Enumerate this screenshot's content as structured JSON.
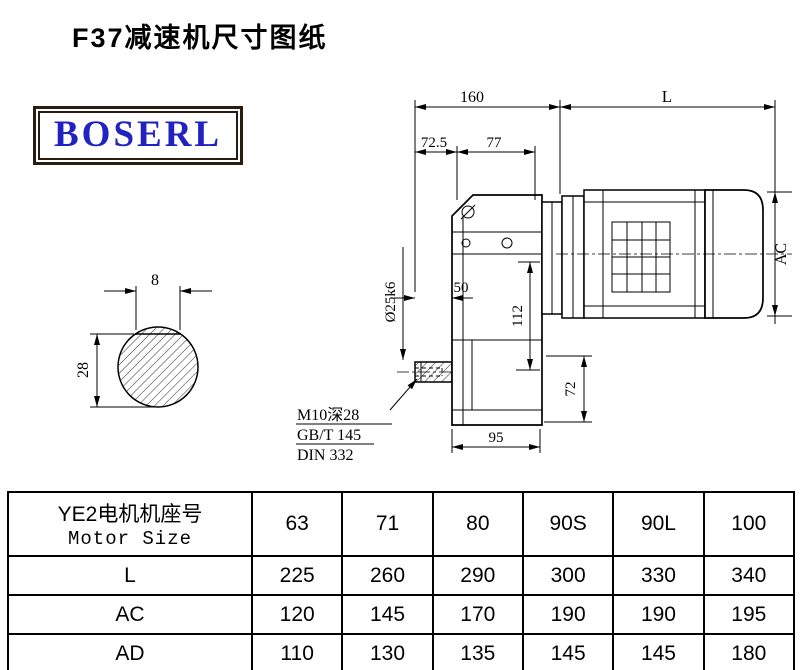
{
  "page": {
    "title": "F37减速机尺寸图纸"
  },
  "logo": {
    "text": "BOSERL",
    "color": "#2222c0"
  },
  "drawing": {
    "labels": {
      "d160": "160",
      "dL": "L",
      "d72_5": "72.5",
      "d77": "77",
      "dAC": "AC",
      "d8": "8",
      "d28": "28",
      "d25k6": "Ø25k6",
      "d50": "50",
      "d112": "112",
      "d72": "72",
      "d95": "95",
      "thread": "M10深28",
      "std1": "GB/T 145",
      "std2": "DIN 332"
    }
  },
  "table": {
    "header": {
      "label_cn": "YE2电机机座号",
      "label_en": "Motor Size",
      "sizes": [
        "63",
        "71",
        "80",
        "90S",
        "90L",
        "100"
      ]
    },
    "rows": [
      {
        "label": "L",
        "values": [
          "225",
          "260",
          "290",
          "300",
          "330",
          "340"
        ]
      },
      {
        "label": "AC",
        "values": [
          "120",
          "145",
          "170",
          "190",
          "190",
          "195"
        ]
      },
      {
        "label": "AD",
        "values": [
          "110",
          "130",
          "135",
          "145",
          "145",
          "180"
        ]
      }
    ]
  }
}
